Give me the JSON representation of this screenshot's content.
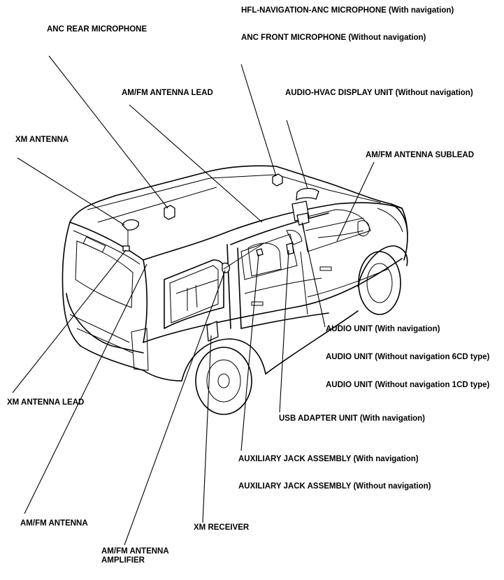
{
  "labels": {
    "hfl_nav_anc_mic": "HFL-NAVIGATION-ANC MICROPHONE (With navigation)",
    "anc_rear_mic": "ANC REAR MICROPHONE",
    "anc_front_mic": "ANC FRONT MICROPHONE (Without navigation)",
    "am_fm_lead": "AM/FM ANTENNA LEAD",
    "audio_hvac": "AUDIO-HVAC DISPLAY UNIT (Without navigation)",
    "xm_antenna": "XM ANTENNA",
    "am_fm_sublead": "AM/FM ANTENNA SUBLEAD",
    "audio_unit_nav": "AUDIO UNIT (With navigation)",
    "audio_unit_6cd": "AUDIO UNIT (Without navigation 6CD type)",
    "audio_unit_1cd": "AUDIO UNIT (Without navigation 1CD type)",
    "xm_antenna_lead": "XM ANTENNA LEAD",
    "usb_adapter": "USB ADAPTER UNIT (With navigation)",
    "aux_jack_nav": "AUXILIARY JACK ASSEMBLY (With navigation)",
    "aux_jack_no_nav": "AUXILIARY JACK ASSEMBLY (Without navigation)",
    "am_fm_antenna": "AM/FM ANTENNA",
    "xm_receiver": "XM RECEIVER",
    "am_fm_amp_line1": "AM/FM ANTENNA",
    "am_fm_amp_line2": "AMPLIFIER"
  }
}
